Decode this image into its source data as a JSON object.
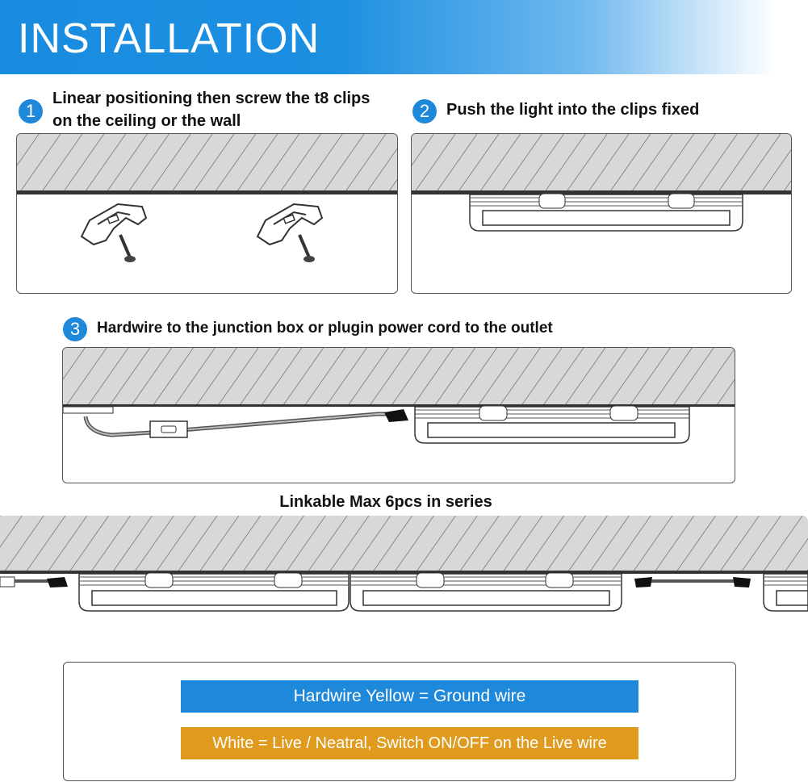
{
  "header": {
    "title": "INSTALLATION"
  },
  "steps": [
    {
      "number": "1",
      "text": "Linear positioning then screw the t8 clips on the ceiling or the wall"
    },
    {
      "number": "2",
      "text": "Push the light into the clips fixed"
    },
    {
      "number": "3",
      "text": "Hardwire to the junction box or plugin power cord to the outlet"
    }
  ],
  "series_label": "Linkable Max 6pcs in series",
  "legend": {
    "ground": {
      "text": "Hardwire Yellow = Ground wire",
      "color": "#1e88db"
    },
    "live": {
      "text": "White = Live / Neatral, Switch ON/OFF on the Live wire",
      "color": "#e09a1e"
    }
  },
  "colors": {
    "accent": "#1e88db",
    "ceiling_fill": "#d8d8d8",
    "outline": "#333333"
  },
  "icons": [
    "clip-icon",
    "screw-icon",
    "tube-light-icon",
    "switch-icon",
    "connector-icon"
  ]
}
